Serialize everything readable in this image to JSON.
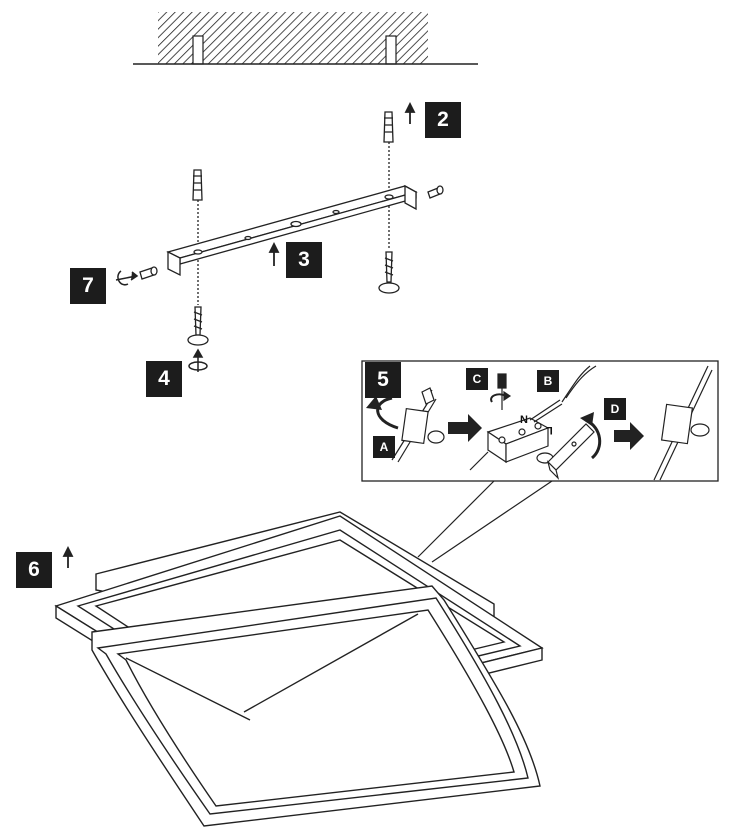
{
  "steps": {
    "s2": "2",
    "s3": "3",
    "s4": "4",
    "s5": "5",
    "s6": "6",
    "s7": "7"
  },
  "sub_steps": {
    "a": "A",
    "b": "B",
    "c": "C",
    "d": "D"
  },
  "terminal_marks": {
    "n": "N",
    "l": "L"
  },
  "icons": [
    "ceiling-hatch-icon",
    "wall-plug-icon",
    "screw-icon",
    "bracket-icon",
    "screwdriver-icon",
    "arrow-up-icon",
    "rotate-arrow-icon",
    "terminal-block-icon",
    "lamp-frame-icon"
  ],
  "colors": {
    "ink": "#1c1c1c",
    "background": "#ffffff"
  }
}
